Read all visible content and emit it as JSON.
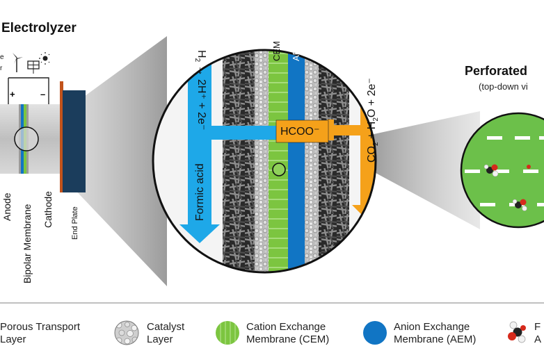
{
  "header": {
    "title": "Electrolyzer",
    "power_fragment_1": "e",
    "power_fragment_2": "r",
    "plus_label": "+",
    "minus_label": "–"
  },
  "stack_labels": {
    "anode": "Anode",
    "bipolar_membrane": "Bipolar Membrane",
    "cathode": "Cathode",
    "end_plate": "End Plate"
  },
  "zoom": {
    "cem_label": "CEM",
    "aem_label": "AEM",
    "anode_reaction_prefix": "H",
    "anode_reaction_sub": "2",
    "anode_reaction_rest": " → 2H⁺ + 2e⁻",
    "cathode_reaction_prefix": "CO",
    "cathode_reaction_sub1": "2",
    "cathode_reaction_mid": " + H",
    "cathode_reaction_sub2": "2",
    "cathode_reaction_rest": "O + 2e⁻",
    "formate": "HCOO⁻",
    "formic_acid": "Formic acid"
  },
  "plate": {
    "title": "Perforated",
    "subtitle": "(top-down vi"
  },
  "legend": {
    "items": [
      {
        "line1": "Porous Transport",
        "line2": "Layer"
      },
      {
        "line1": "Catalyst",
        "line2": "Layer"
      },
      {
        "line1": "Cation Exchange",
        "line2": "Membrane (CEM)"
      },
      {
        "line1": "Anion Exchange",
        "line2": "Membrane (AEM)"
      },
      {
        "line1": "F",
        "line2": "A"
      }
    ]
  },
  "colors": {
    "cem": "#7cc540",
    "aem": "#1175c4",
    "anode_arrow": "#1ea8e8",
    "cathode_arrow": "#f5a11a",
    "end_plate": "#1b3d5c",
    "plate_green": "#6cc04a"
  }
}
